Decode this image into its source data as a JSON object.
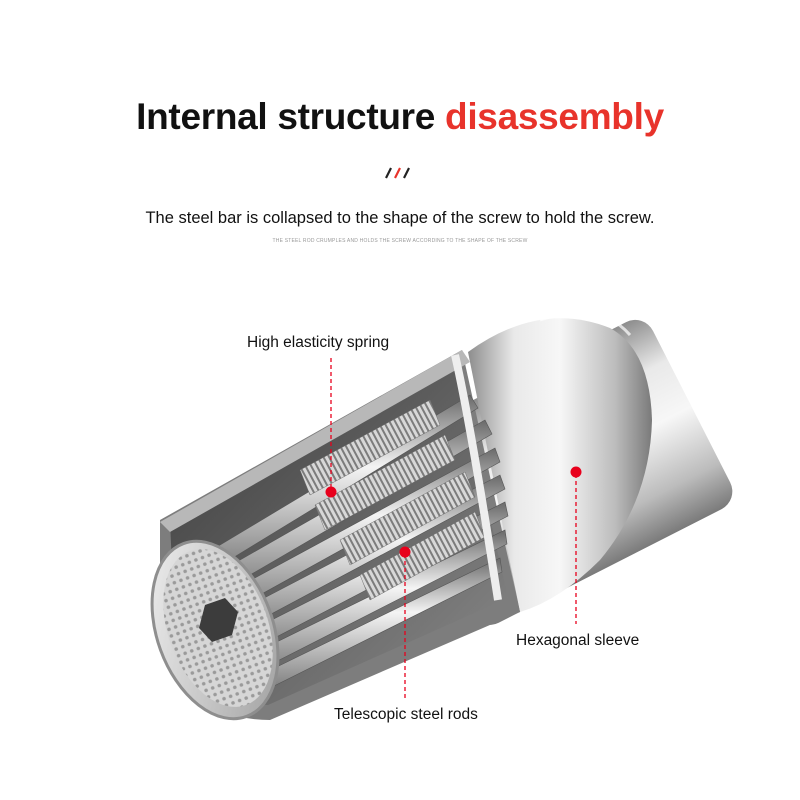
{
  "header": {
    "title_main": "Internal structure",
    "title_accent": "disassembly",
    "description": "The steel bar is collapsed to the shape of the screw to hold the screw.",
    "description_small": "THE STEEL ROD CRUMPLES AND HOLDS THE SCREW ACCORDING TO THE SHAPE OF THE SCREW"
  },
  "callouts": {
    "spring": "High elasticity spring",
    "sleeve": "Hexagonal sleeve",
    "rods": "Telescopic steel rods"
  },
  "colors": {
    "accent": "#e8332b",
    "text": "#111111",
    "marker": "#e8001c"
  }
}
